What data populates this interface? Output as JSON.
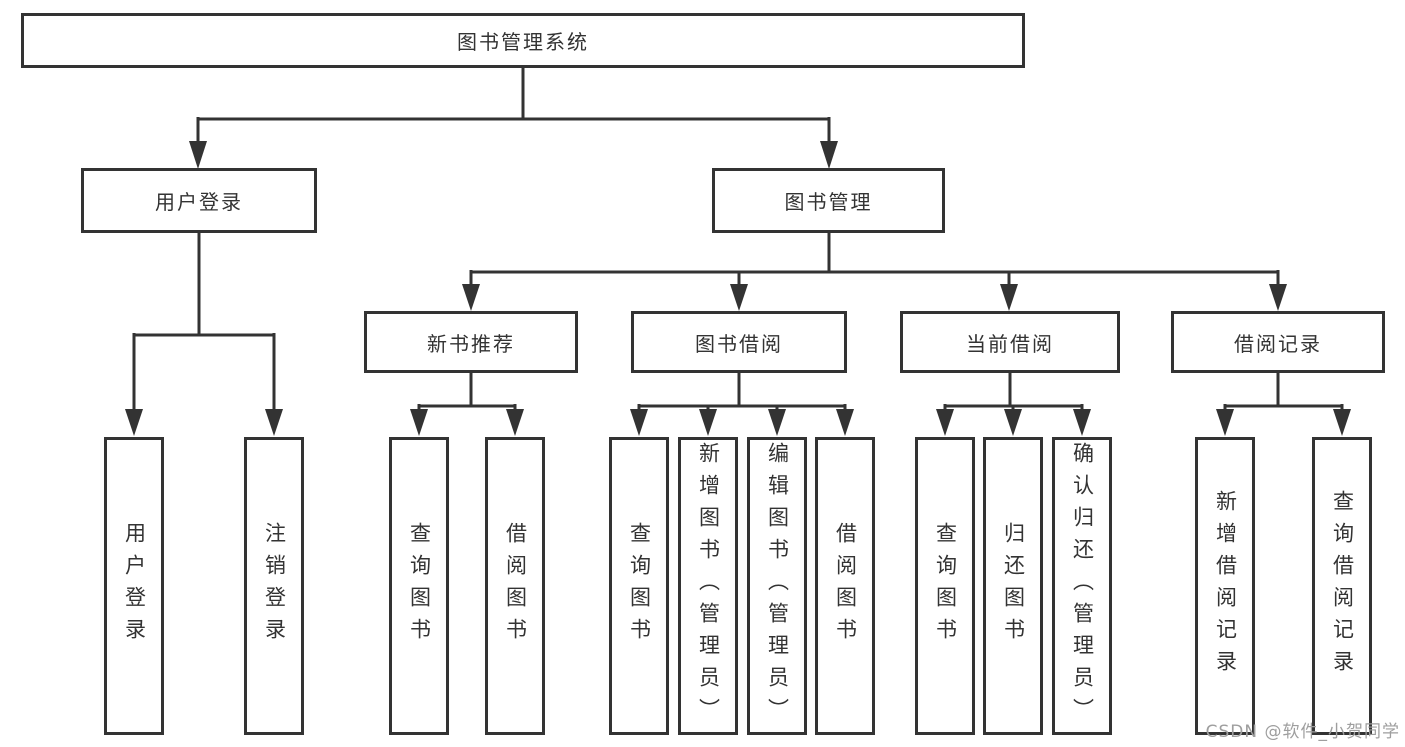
{
  "diagram": {
    "title": "图书管理系统",
    "level2": {
      "user_login": "用户登录",
      "book_mgmt": "图书管理"
    },
    "level3": {
      "new_books": "新书推荐",
      "borrowing": "图书借阅",
      "current": "当前借阅",
      "records": "借阅记录"
    },
    "leaves": {
      "user_login_leaf": "用户登录",
      "logout": "注销登录",
      "nb_query": "查询图书",
      "nb_borrow": "借阅图书",
      "bw_query": "查询图书",
      "bw_add": "新增图书（管理员）",
      "bw_edit": "编辑图书（管理员）",
      "bw_borrow": "借阅图书",
      "cur_query": "查询图书",
      "cur_return": "归还图书",
      "cur_confirm": "确认归还（管理员）",
      "rec_add": "新增借阅记录",
      "rec_query": "查询借阅记录"
    },
    "watermark": "CSDN @软件_小贺同学",
    "colors": {
      "line": "#333333",
      "text": "#333333",
      "watermark": "#9e9e9e",
      "background": "#ffffff"
    }
  }
}
